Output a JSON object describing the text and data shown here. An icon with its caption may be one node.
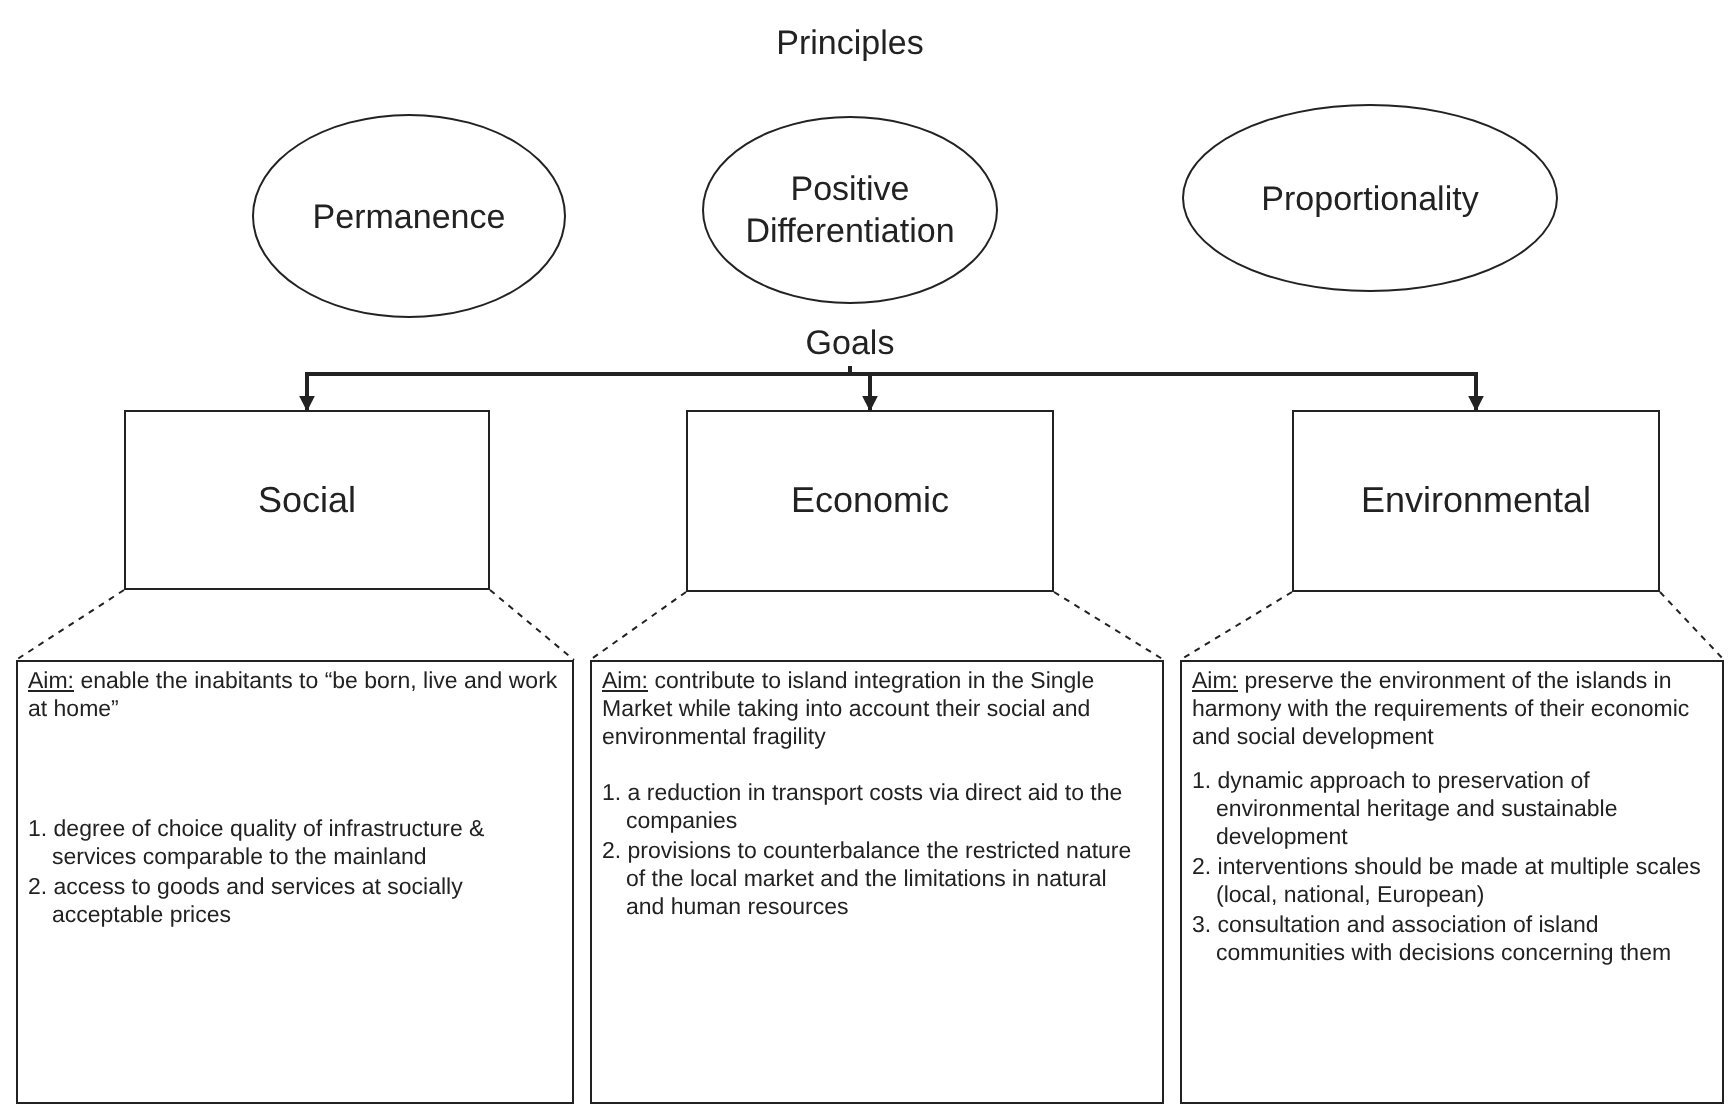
{
  "diagram": {
    "title": "Principles",
    "nodes": [
      {
        "text": [
          "Permanence"
        ]
      },
      {
        "text": [
          "Positive Differentiation"
        ]
      },
      {
        "text": [
          "Proportionality"
        ]
      },
      {
        "text": [
          "Goals"
        ]
      },
      {
        "text": [
          "Social"
        ]
      },
      {
        "text": [
          "Economic"
        ]
      },
      {
        "text": [
          "Environmental"
        ]
      },
      {
        "text": [
          "Aim:",
          "enable the inabitants to “be born, live and work at home”",
          "1. degree of choice quality of infrastructure & services comparable to the mainland",
          "2. access to goods and services at socially acceptable prices"
        ]
      },
      {
        "text": [
          "Aim:",
          "contribute to island integration in the Single Market while taking into account their social and environmental fragility",
          "1. a reduction in transport costs via direct aid to the companies",
          "2. provisions to counterbalance the restricted nature of the local market and the limitations in natural and human resources"
        ]
      },
      {
        "text": [
          "Aim:",
          "preserve the environment of the islands in harmony with the requirements of their economic and social development",
          "1. dynamic approach to preservation of environmental heritage and sustainable development",
          "2. interventions should be made at multiple scales (local, national, European)",
          "3. consultation and association of island communities with decisions concerning them"
        ]
      }
    ],
    "edges": [
      {
        "from": 3,
        "to": 4,
        "arrow": "to"
      },
      {
        "from": 3,
        "to": 5,
        "arrow": "to"
      },
      {
        "from": 3,
        "to": 6,
        "arrow": "to"
      },
      {
        "from": 4,
        "to": 7,
        "arrow": "none",
        "style": "dashed"
      },
      {
        "from": 4,
        "to": 7,
        "arrow": "none",
        "style": "dashed"
      },
      {
        "from": 5,
        "to": 8,
        "arrow": "none",
        "style": "dashed"
      },
      {
        "from": 5,
        "to": 8,
        "arrow": "none",
        "style": "dashed"
      },
      {
        "from": 6,
        "to": 9,
        "arrow": "none",
        "style": "dashed"
      },
      {
        "from": 6,
        "to": 9,
        "arrow": "none",
        "style": "dashed"
      }
    ]
  }
}
